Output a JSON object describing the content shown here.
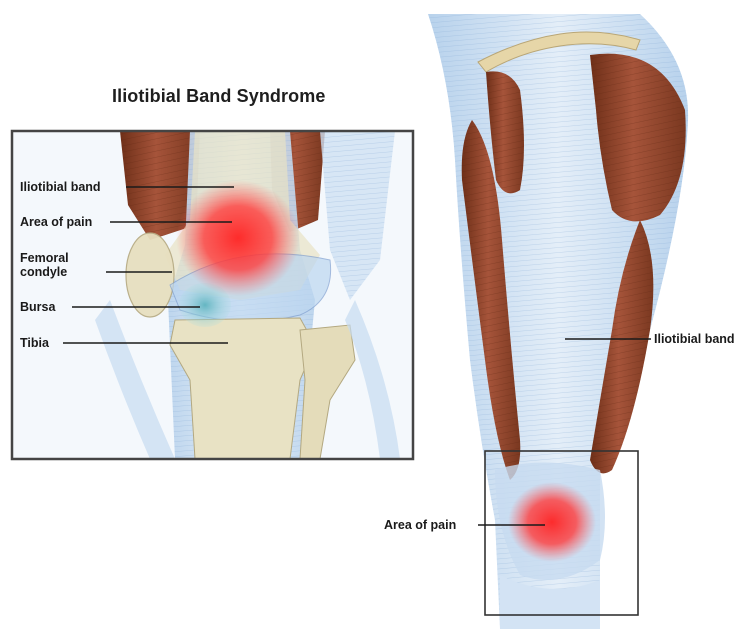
{
  "title": "Iliotibial Band Syndrome",
  "inset": {
    "labels": {
      "iliotibial_band": "Iliotibial band",
      "area_of_pain": "Area of pain",
      "femoral_condyle_1": "Femoral",
      "femoral_condyle_2": "condyle",
      "bursa": "Bursa",
      "tibia": "Tibia"
    }
  },
  "leg": {
    "labels": {
      "iliotibial_band": "Iliotibial band",
      "area_of_pain": "Area of pain"
    }
  },
  "colors": {
    "muscle": "#8e4427",
    "fascia": "#c9ddf0",
    "bone": "#e8e2c4",
    "pain": "#ff2a2a",
    "bursa": "#7fc6cf",
    "frame": "#444444"
  },
  "icons": [
    "knee-illustration",
    "leg-illustration"
  ]
}
